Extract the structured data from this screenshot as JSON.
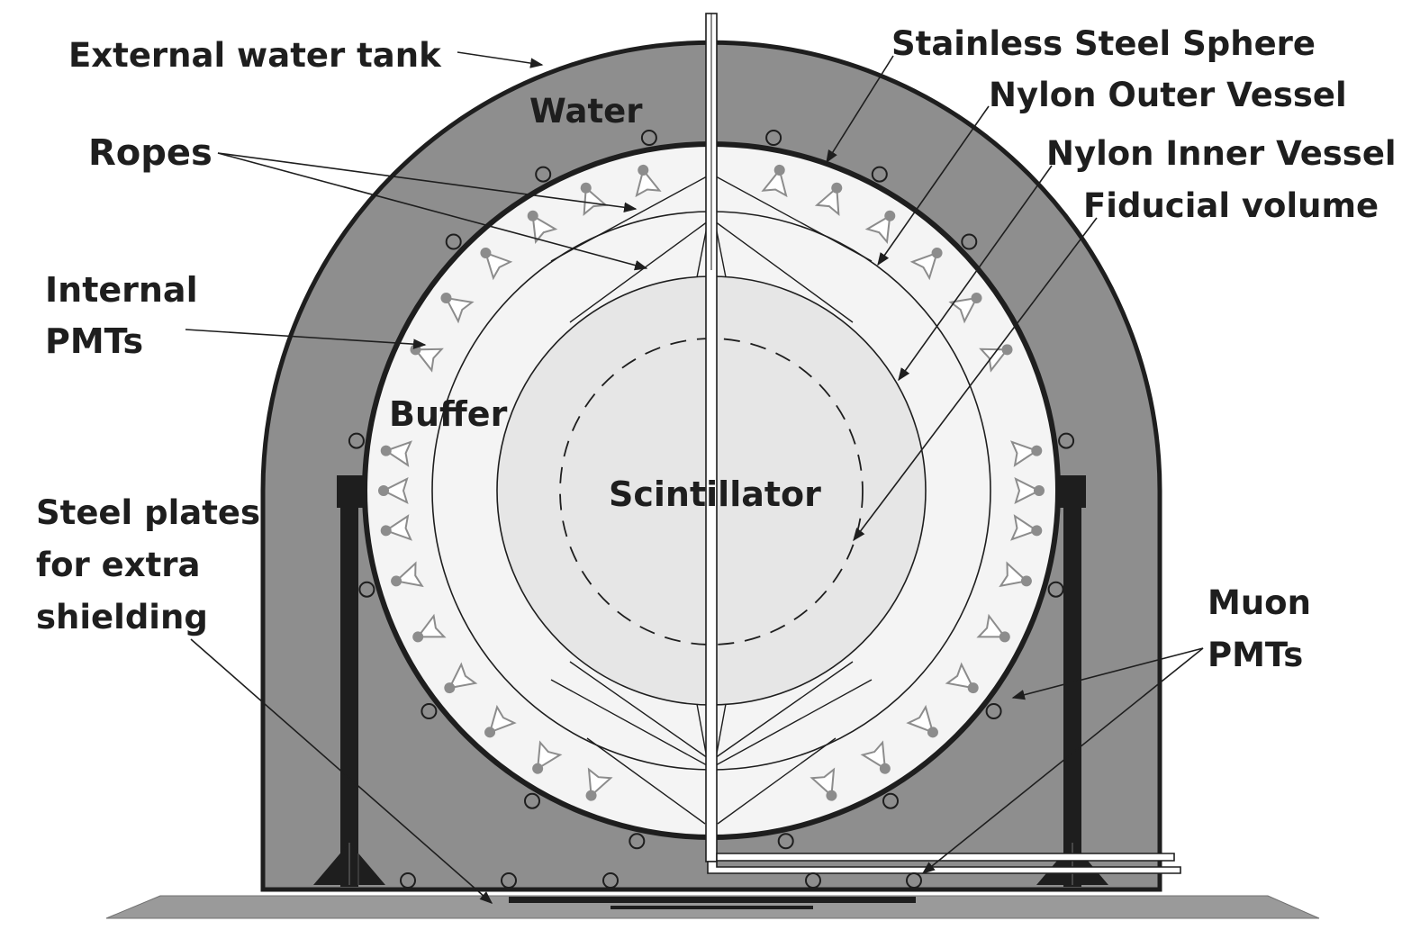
{
  "labels": {
    "external_water_tank": "External water tank",
    "water": "Water",
    "ropes": "Ropes",
    "internal_pmts_line1": "Internal",
    "internal_pmts_line2": "PMTs",
    "buffer": "Buffer",
    "scintillator": "Scintillator",
    "steel_plates_line1": "Steel plates",
    "steel_plates_line2": "for extra",
    "steel_plates_line3": "shielding",
    "stainless_steel_sphere": "Stainless Steel Sphere",
    "nylon_outer_vessel": "Nylon Outer Vessel",
    "nylon_inner_vessel": "Nylon Inner Vessel",
    "fiducial_volume": "Fiducial volume",
    "muon_pmts_line1": "Muon",
    "muon_pmts_line2": "PMTs"
  },
  "colors": {
    "water_tank": "#8e8e8e",
    "buffer": "#f4f4f4",
    "scintillator": "#e6e6e6",
    "outline": "#1e1e1e",
    "floor": "#9a9a9a",
    "pmt": "#8c8c8c"
  },
  "icons": {
    "internal_pmt": "pmt-cone-icon",
    "muon_pmt": "muon-pmt-circle-icon"
  }
}
